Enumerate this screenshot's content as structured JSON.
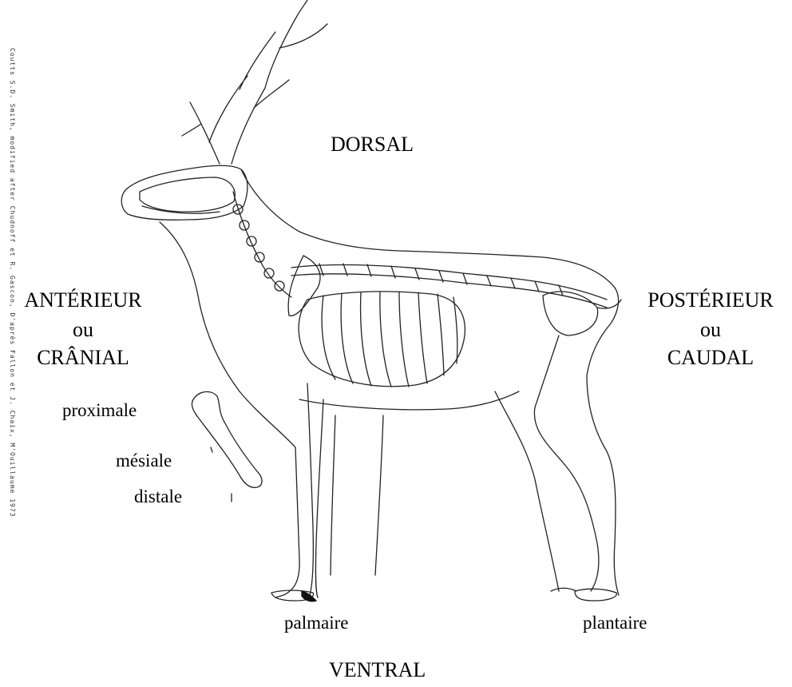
{
  "labels": {
    "dorsal": "DORSAL",
    "ventral": "VENTRAL",
    "anterior": "ANTÉRIEUR",
    "anterior_ou": "ou",
    "cranial": "CRÂNIAL",
    "posterior": "POSTÉRIEUR",
    "posterior_ou": "ou",
    "caudal": "CAUDAL",
    "proximale": "proximale",
    "mesiale": "mésiale",
    "distale": "distale",
    "palmaire": "palmaire",
    "plantaire": "plantaire"
  },
  "credit": "Coutts S.D. Smith, modified after Chudnoff et R. Gascon, D'après Fallon et J. Chaix, M'Ouillaume 1973"
}
